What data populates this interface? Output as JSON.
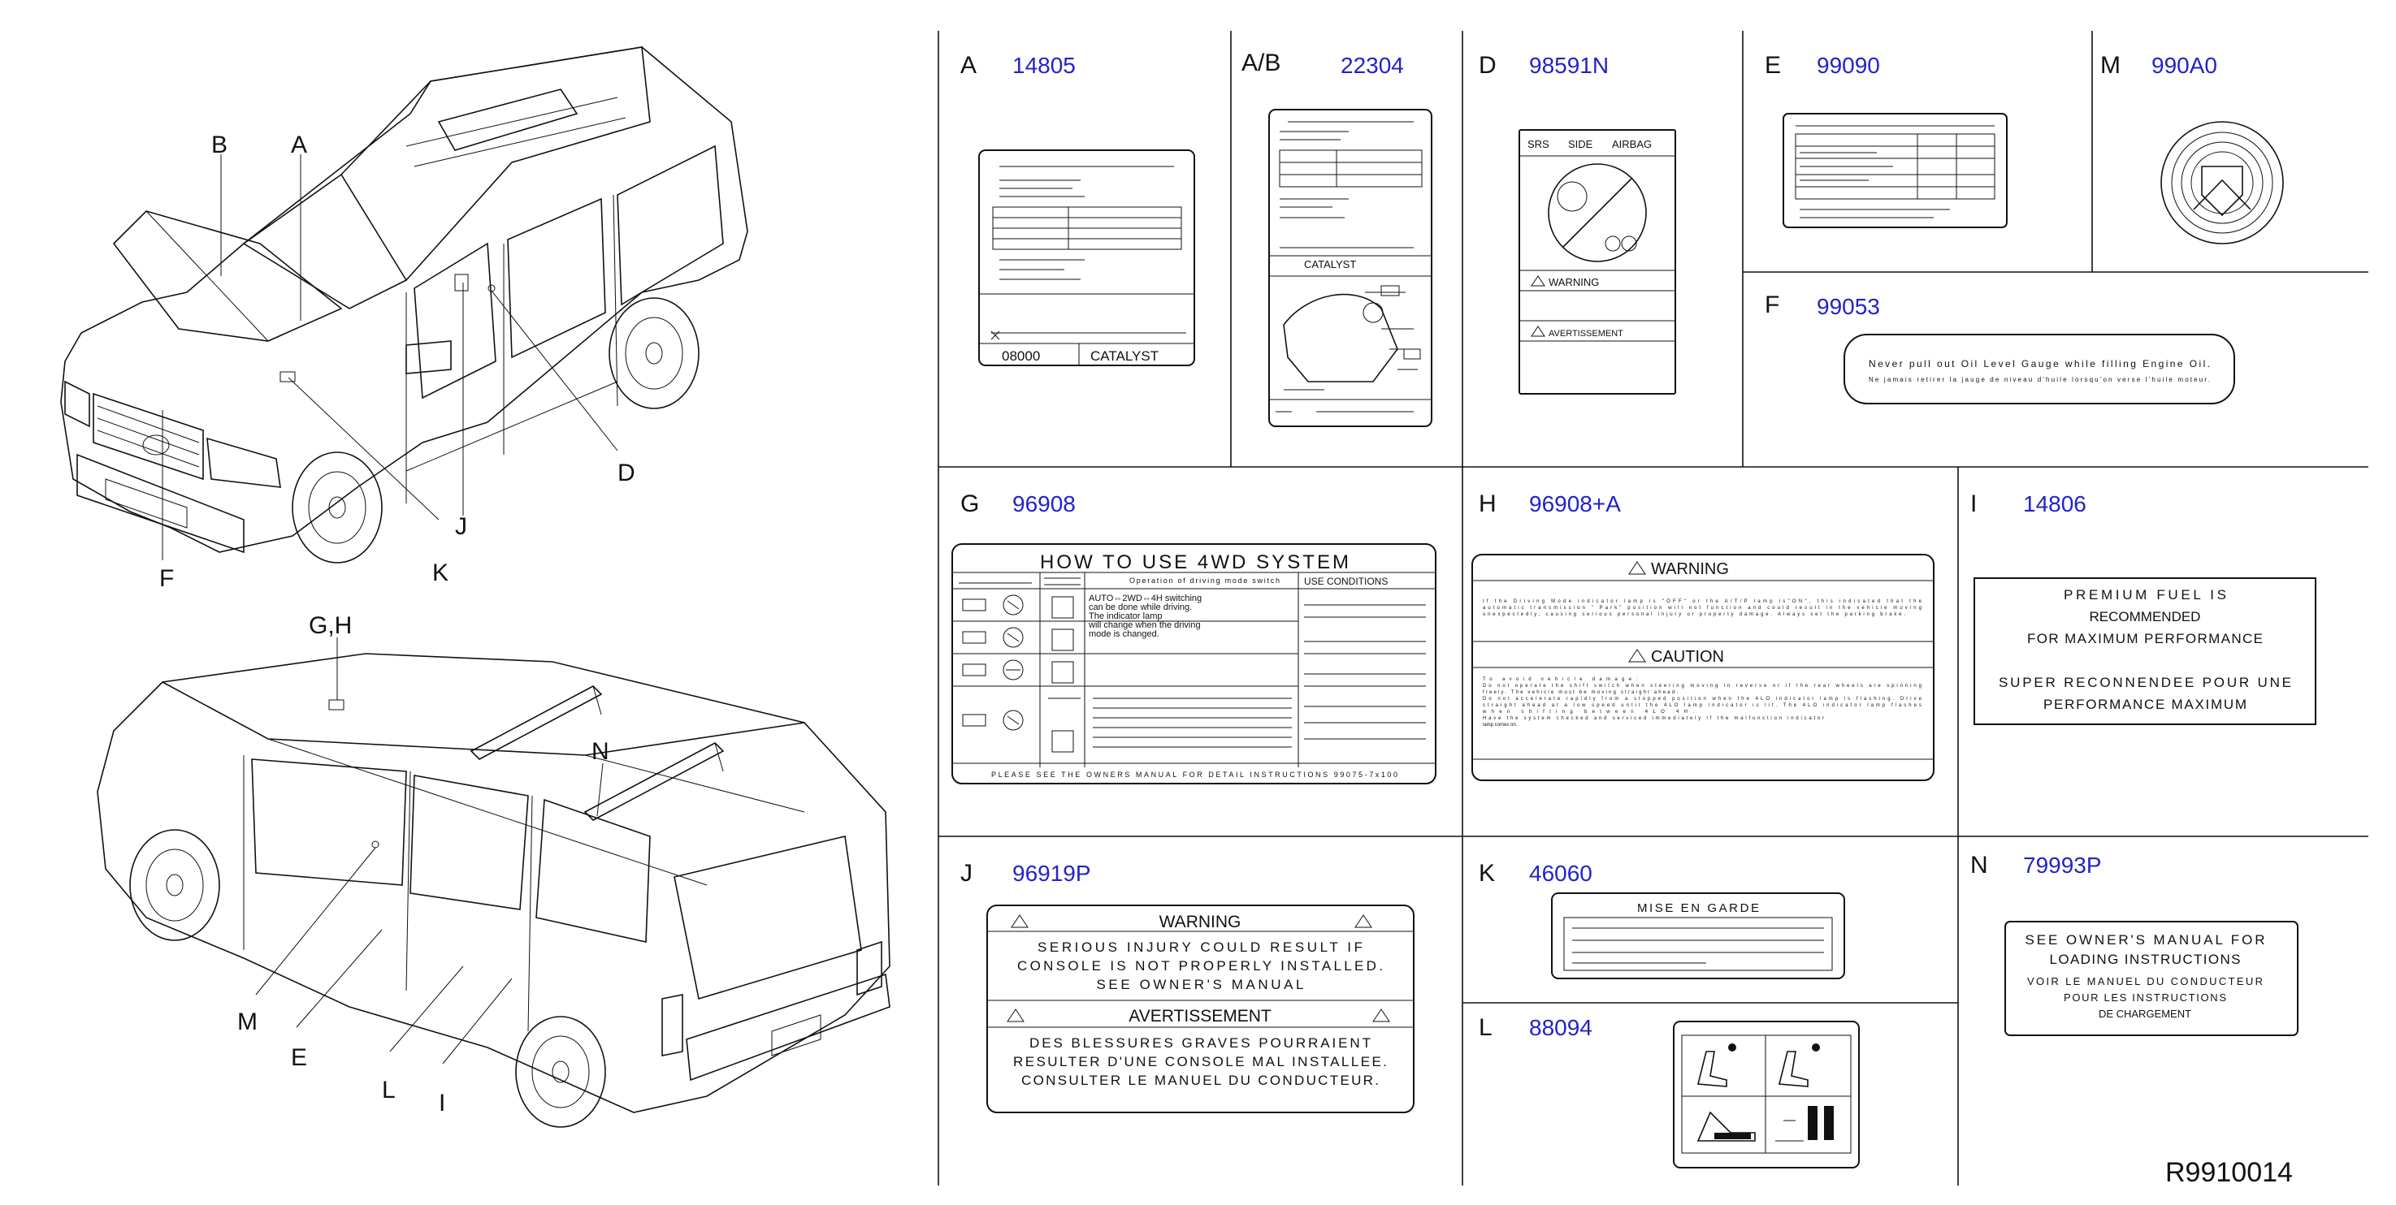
{
  "callouts": {
    "a": "A",
    "b": "B",
    "d": "D",
    "f": "F",
    "j": "J",
    "k": "K",
    "gh": "G,H",
    "n": "N",
    "m": "M",
    "e": "E",
    "l": "L",
    "i": "I"
  },
  "panels": {
    "a": {
      "letter": "A",
      "part": "14805"
    },
    "ab": {
      "letter": "A/B",
      "part": "22304"
    },
    "d": {
      "letter": "D",
      "part": "98591N"
    },
    "e": {
      "letter": "E",
      "part": "99090"
    },
    "m": {
      "letter": "M",
      "part": "990A0"
    },
    "f": {
      "letter": "F",
      "part": "99053"
    },
    "g": {
      "letter": "G",
      "part": "96908"
    },
    "h": {
      "letter": "H",
      "part": "96908+A"
    },
    "i": {
      "letter": "I",
      "part": "14806"
    },
    "j": {
      "letter": "J",
      "part": "96919P"
    },
    "k": {
      "letter": "K",
      "part": "46060"
    },
    "l": {
      "letter": "L",
      "part": "88094"
    },
    "n": {
      "letter": "N",
      "part": "79993P"
    }
  },
  "labels": {
    "a": {
      "code": "08000",
      "catalyst": "CATALYST"
    },
    "ab": {
      "catalyst": "CATALYST"
    },
    "d": {
      "srs": "SRS",
      "side": "SIDE",
      "airbag": "AIRBAG",
      "warning": "WARNING",
      "avertissement": "AVERTISSEMENT"
    },
    "f": {
      "line1": "Never pull out Oil Level Gauge while filling Engine Oil.",
      "line2": "Ne jamais retirer la jauge de niveau d'huile lorsqu'on verse l'huile moteur."
    },
    "g": {
      "title": "HOW TO USE 4WD SYSTEM",
      "col_operation": "Operation of driving mode switch",
      "col_use": "USE CONDITIONS",
      "note": [
        "AUTO⇔2WD⇔4H switching",
        "can be done while driving.",
        "The indicator lamp",
        "will change when the driving",
        "mode is changed."
      ],
      "footer": "PLEASE SEE THE OWNERS MANUAL FOR DETAIL INSTRUCTIONS 99075-7x100"
    },
    "h": {
      "warning": "WARNING",
      "caution": "CAUTION",
      "warning_text": [
        "If the Driving Mode indicator lamp is \"OFF\" or the A/T/P lamp is\"ON\", this indicated that the",
        "automatic transmission \" Park\" position will not function and could result in the vehicle moving",
        "unexpectedly, causing serious personal injury or property damage. Always set the parking brake."
      ],
      "caution_text": [
        "To avoid vehicle damage:",
        "Do not operate the shift switch when steering moving in reverse or if the rear wheels are spinning",
        "freely. The vehicle must be moving straight ahead.",
        "Do not accelerate rapidly from a stopped position when the 4LO indicator lamp is flashing. Drive",
        "straight ahead at a low speed until the 4LO lamp indicator is lit. The 4LO indicator lamp flashes",
        "when shifting between 4LO 4H.",
        "Have the system checked and serviced immediately if the malfunction indicator",
        "lamp comes on."
      ]
    },
    "i": {
      "lines": [
        "PREMIUM FUEL IS",
        "RECOMMENDED",
        "FOR MAXIMUM PERFORMANCE",
        "SUPER RECONNENDEE POUR UNE",
        "PERFORMANCE MAXIMUM"
      ]
    },
    "j": {
      "warning": "WARNING",
      "warning_text": [
        "SERIOUS INJURY COULD RESULT IF",
        "CONSOLE IS NOT PROPERLY INSTALLED.",
        "SEE OWNER'S MANUAL"
      ],
      "avertissement": "AVERTISSEMENT",
      "avert_text": [
        "DES BLESSURES GRAVES POURRAIENT",
        "RESULTER D'UNE CONSOLE MAL INSTALLEE.",
        "CONSULTER LE MANUEL DU CONDUCTEUR."
      ]
    },
    "k": {
      "title": "MISE EN GARDE"
    },
    "n": {
      "lines": [
        "SEE OWNER'S MANUAL FOR",
        "LOADING INSTRUCTIONS"
      ],
      "fr": [
        "VOIR LE MANUEL DU CONDUCTEUR",
        "POUR LES INSTRUCTIONS",
        "DE CHARGEMENT"
      ]
    }
  },
  "diagram_id": "R9910014",
  "colors": {
    "part_number": "#2222cc",
    "line": "#111111"
  }
}
